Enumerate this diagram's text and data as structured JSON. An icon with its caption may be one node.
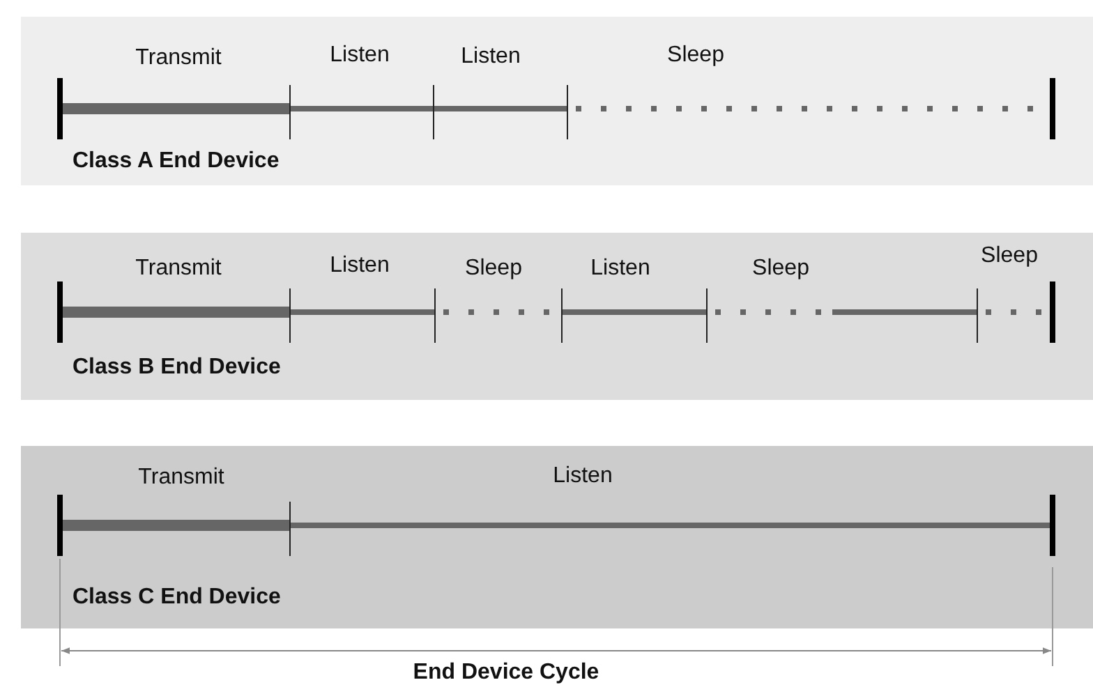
{
  "diagram": {
    "nodes": [
      {
        "text": [
          "Class A End Device"
        ]
      },
      {
        "text": [
          "Class B End Device"
        ]
      },
      {
        "text": [
          "Class C End Device"
        ]
      }
    ],
    "labels": [
      "Transmit",
      "Listen",
      "Listen",
      "Sleep",
      "Transmit",
      "Listen",
      "Sleep",
      "Listen",
      "Sleep",
      "Sleep",
      "Transmit",
      "Listen",
      "End Device Cycle"
    ]
  }
}
